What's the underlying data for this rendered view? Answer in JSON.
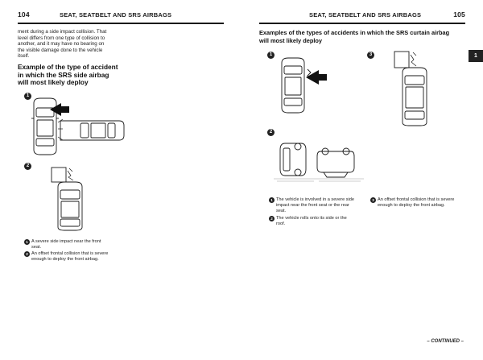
{
  "left_page": {
    "page_number": "104",
    "header_title": "SEAT, SEATBELT AND SRS AIRBAGS",
    "intro_lines": [
      "ment during a side impact collision. That",
      "level differs from one type of collision to",
      "another, and it may have no bearing on",
      "the visible damage done to the vehicle",
      "itself."
    ],
    "heading_lines": [
      "Example of the type of accident",
      "in which the SRS side airbag",
      "will most likely deploy"
    ],
    "figure_markers": [
      "1",
      "2"
    ],
    "captions": [
      {
        "marker": "1",
        "lines": [
          "A severe side impact near the front",
          "seat."
        ]
      },
      {
        "marker": "2",
        "lines": [
          "An offset frontal collision that is severe",
          "enough to deploy the front airbag."
        ]
      }
    ]
  },
  "right_page": {
    "page_number": "105",
    "header_title": "SEAT, SEATBELT AND SRS AIRBAGS",
    "heading_lines": [
      "Examples of the types of accidents in which the SRS curtain airbag",
      "will most likely deploy"
    ],
    "figure_markers": [
      "1",
      "3",
      "2"
    ],
    "captions_left": [
      {
        "marker": "1",
        "lines": [
          "The vehicle is involved in a severe side",
          "impact near the front seat or the rear",
          "seat."
        ]
      },
      {
        "marker": "2",
        "lines": [
          "The vehicle rolls onto its side or the",
          "roof."
        ]
      }
    ],
    "captions_right": [
      {
        "marker": "3",
        "lines": [
          "An offset frontal collision that is severe",
          "enough to deploy the front airbag."
        ]
      }
    ],
    "chapter_tab": "1",
    "footer_continued": "– CONTINUED –"
  },
  "colors": {
    "ink": "#1a1a1a",
    "paper": "#ffffff",
    "arrow": "#111111",
    "grey_line": "#9a9a9a"
  },
  "icons": [
    "car-top-view-icon",
    "impact-arrow-icon",
    "crash-burst-icon",
    "rolled-car-icon",
    "barrier-block-icon"
  ]
}
